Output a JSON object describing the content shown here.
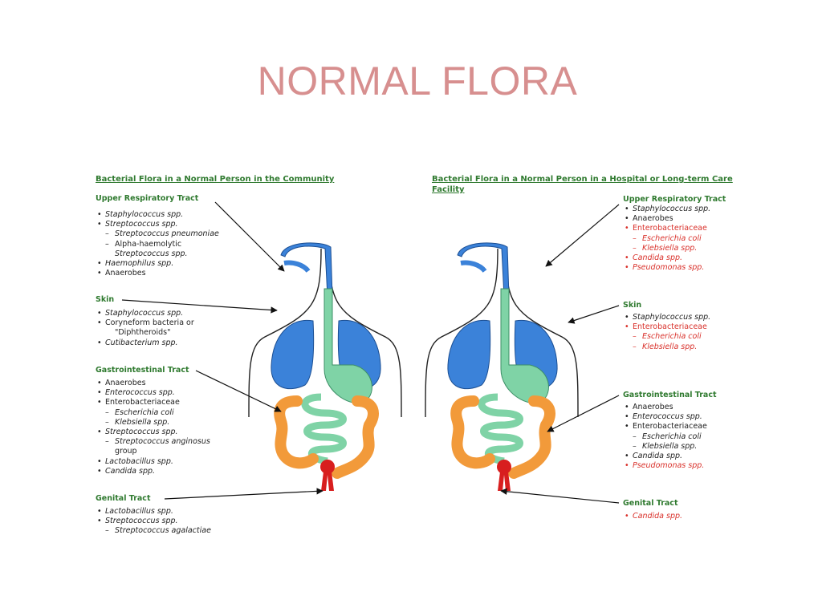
{
  "slide": {
    "title": "NORMAL FLORA"
  },
  "colors": {
    "title": "#d78f8f",
    "heading_green": "#2f7a2f",
    "text": "#222222",
    "hospital_red": "#d9302a",
    "respiratory_blue": "#3b82d9",
    "gi_green": "#7fd3a6",
    "colon_orange": "#f29a3a",
    "bladder_red": "#d81e1e"
  },
  "community": {
    "heading": "Bacterial Flora in a Normal Person in the Community",
    "sections": [
      {
        "label": "Upper Respiratory Tract",
        "items": [
          {
            "text": "Staphylococcus spp.",
            "kind": "bullet",
            "italic": true,
            "red": false
          },
          {
            "text": "Streptococcus spp.",
            "kind": "bullet",
            "italic": true,
            "red": false
          },
          {
            "text": "Streptococcus pneumoniae",
            "kind": "sub",
            "italic": true,
            "red": false
          },
          {
            "text": "Alpha-haemolytic",
            "kind": "sub",
            "italic": false,
            "red": false
          },
          {
            "text": "Streptococcus spp.",
            "kind": "cont",
            "italic": true,
            "red": false
          },
          {
            "text": "Haemophilus spp.",
            "kind": "bullet",
            "italic": true,
            "red": false
          },
          {
            "text": "Anaerobes",
            "kind": "bullet",
            "italic": false,
            "red": false
          }
        ]
      },
      {
        "label": "Skin",
        "items": [
          {
            "text": "Staphylococcus spp.",
            "kind": "bullet",
            "italic": true,
            "red": false
          },
          {
            "text": "Coryneform bacteria or",
            "kind": "bullet",
            "italic": false,
            "red": false
          },
          {
            "text": "\"Diphtheroids\"",
            "kind": "plainindent",
            "italic": false,
            "red": false
          },
          {
            "text": "Cutibacterium spp.",
            "kind": "bullet",
            "italic": true,
            "red": false
          }
        ]
      },
      {
        "label": "Gastrointestinal Tract",
        "items": [
          {
            "text": "Anaerobes",
            "kind": "bullet",
            "italic": false,
            "red": false
          },
          {
            "text": "Enterococcus spp.",
            "kind": "bullet",
            "italic": true,
            "red": false
          },
          {
            "text": "Enterobacteriaceae",
            "kind": "bullet",
            "italic": false,
            "red": false
          },
          {
            "text": "Escherichia coli",
            "kind": "sub",
            "italic": true,
            "red": false
          },
          {
            "text": "Klebsiella spp.",
            "kind": "sub",
            "italic": true,
            "red": false
          },
          {
            "text": "Streptococcus spp.",
            "kind": "bullet",
            "italic": true,
            "red": false
          },
          {
            "text": "Streptococcus anginosus",
            "kind": "sub",
            "italic": true,
            "red": false
          },
          {
            "text": "group",
            "kind": "cont",
            "italic": false,
            "red": false
          },
          {
            "text": "Lactobacillus spp.",
            "kind": "bullet",
            "italic": true,
            "red": false
          },
          {
            "text": "Candida spp.",
            "kind": "bullet",
            "italic": true,
            "red": false
          }
        ]
      },
      {
        "label": "Genital Tract",
        "items": [
          {
            "text": "Lactobacillus spp.",
            "kind": "bullet",
            "italic": true,
            "red": false
          },
          {
            "text": "Streptococcus spp.",
            "kind": "bullet",
            "italic": true,
            "red": false
          },
          {
            "text": "Streptococcus agalactiae",
            "kind": "sub",
            "italic": true,
            "red": false
          }
        ]
      }
    ]
  },
  "hospital": {
    "heading": "Bacterial Flora in a Normal Person in a Hospital or Long-term Care Facility",
    "sections": [
      {
        "label": "Upper Respiratory Tract",
        "items": [
          {
            "text": "Staphylococcus spp.",
            "kind": "bullet",
            "italic": true,
            "red": false
          },
          {
            "text": "Anaerobes",
            "kind": "bullet",
            "italic": false,
            "red": false
          },
          {
            "text": "Enterobacteriaceae",
            "kind": "bullet",
            "italic": false,
            "red": true
          },
          {
            "text": "Escherichia coli",
            "kind": "sub",
            "italic": true,
            "red": true
          },
          {
            "text": "Klebsiella spp.",
            "kind": "sub",
            "italic": true,
            "red": true
          },
          {
            "text": "Candida spp.",
            "kind": "bullet",
            "italic": true,
            "red": true
          },
          {
            "text": "Pseudomonas spp.",
            "kind": "bullet",
            "italic": true,
            "red": true
          }
        ]
      },
      {
        "label": "Skin",
        "items": [
          {
            "text": "Staphylococcus spp.",
            "kind": "bullet",
            "italic": true,
            "red": false
          },
          {
            "text": "Enterobacteriaceae",
            "kind": "bullet",
            "italic": false,
            "red": true
          },
          {
            "text": "Escherichia coli",
            "kind": "sub",
            "italic": true,
            "red": true
          },
          {
            "text": "Klebsiella spp.",
            "kind": "sub",
            "italic": true,
            "red": true
          }
        ]
      },
      {
        "label": "Gastrointestinal Tract",
        "items": [
          {
            "text": "Anaerobes",
            "kind": "bullet",
            "italic": false,
            "red": false
          },
          {
            "text": "Enterococcus spp.",
            "kind": "bullet",
            "italic": true,
            "red": false
          },
          {
            "text": "Enterobacteriaceae",
            "kind": "bullet",
            "italic": false,
            "red": false
          },
          {
            "text": "Escherichia coli",
            "kind": "sub",
            "italic": true,
            "red": false
          },
          {
            "text": "Klebsiella spp.",
            "kind": "sub",
            "italic": true,
            "red": false
          },
          {
            "text": "Candida spp.",
            "kind": "bullet",
            "italic": true,
            "red": false
          },
          {
            "text": "Pseudomonas spp.",
            "kind": "bullet",
            "italic": true,
            "red": true
          }
        ]
      },
      {
        "label": "Genital Tract",
        "items": [
          {
            "text": "Candida spp.",
            "kind": "bullet",
            "italic": true,
            "red": true
          }
        ]
      }
    ]
  }
}
